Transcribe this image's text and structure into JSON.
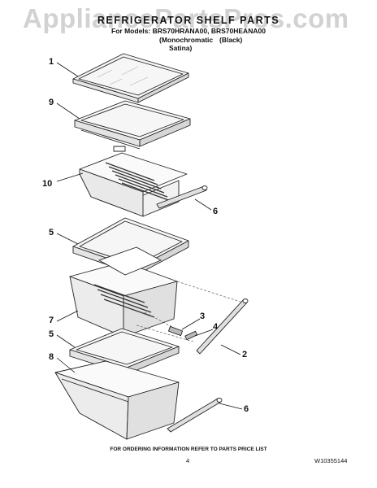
{
  "watermark": "AppliancePartsPros.com",
  "header": {
    "title": "REFRIGERATOR SHELF PARTS",
    "models": "For Models: BRS70HRANA00, BRS70HEANA00",
    "finish_mono": "(Monochromatic",
    "finish_satina": "Satina)",
    "finish_black": "(Black)"
  },
  "callouts": [
    "1",
    "9",
    "10",
    "6",
    "5",
    "7",
    "3",
    "4",
    "2",
    "5",
    "8",
    "6"
  ],
  "footer": {
    "ordering_note": "FOR ORDERING INFORMATION REFER TO PARTS PRICE LIST",
    "page_number": "4",
    "doc_number": "W10355144"
  }
}
